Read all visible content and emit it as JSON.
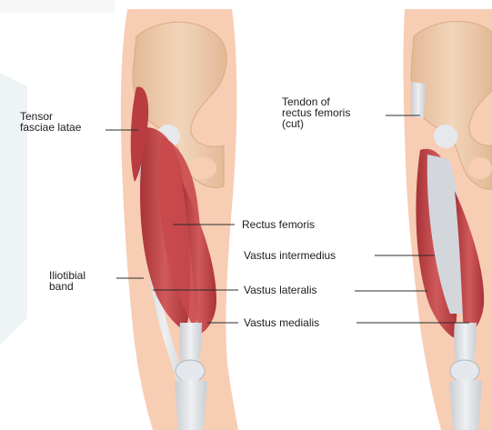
{
  "colors": {
    "skin": "#f7cdb4",
    "bone": "#e9c6a8",
    "tendon": "#dcdfe3",
    "muscle": "#c4474b",
    "leader": "#2b2b2b"
  },
  "labels": {
    "tensor_fasciae_latae": "Tensor\nfasciae latae",
    "iliotibial_band": "Iliotibial\nband",
    "rectus_femoris": "Rectus femoris",
    "vastus_intermedius": "Vastus intermedius",
    "vastus_lateralis": "Vastus lateralis",
    "vastus_medialis": "Vastus medialis",
    "tendon_rectus_femoris_cut": "Tendon of\nrectus femoris\n(cut)"
  }
}
